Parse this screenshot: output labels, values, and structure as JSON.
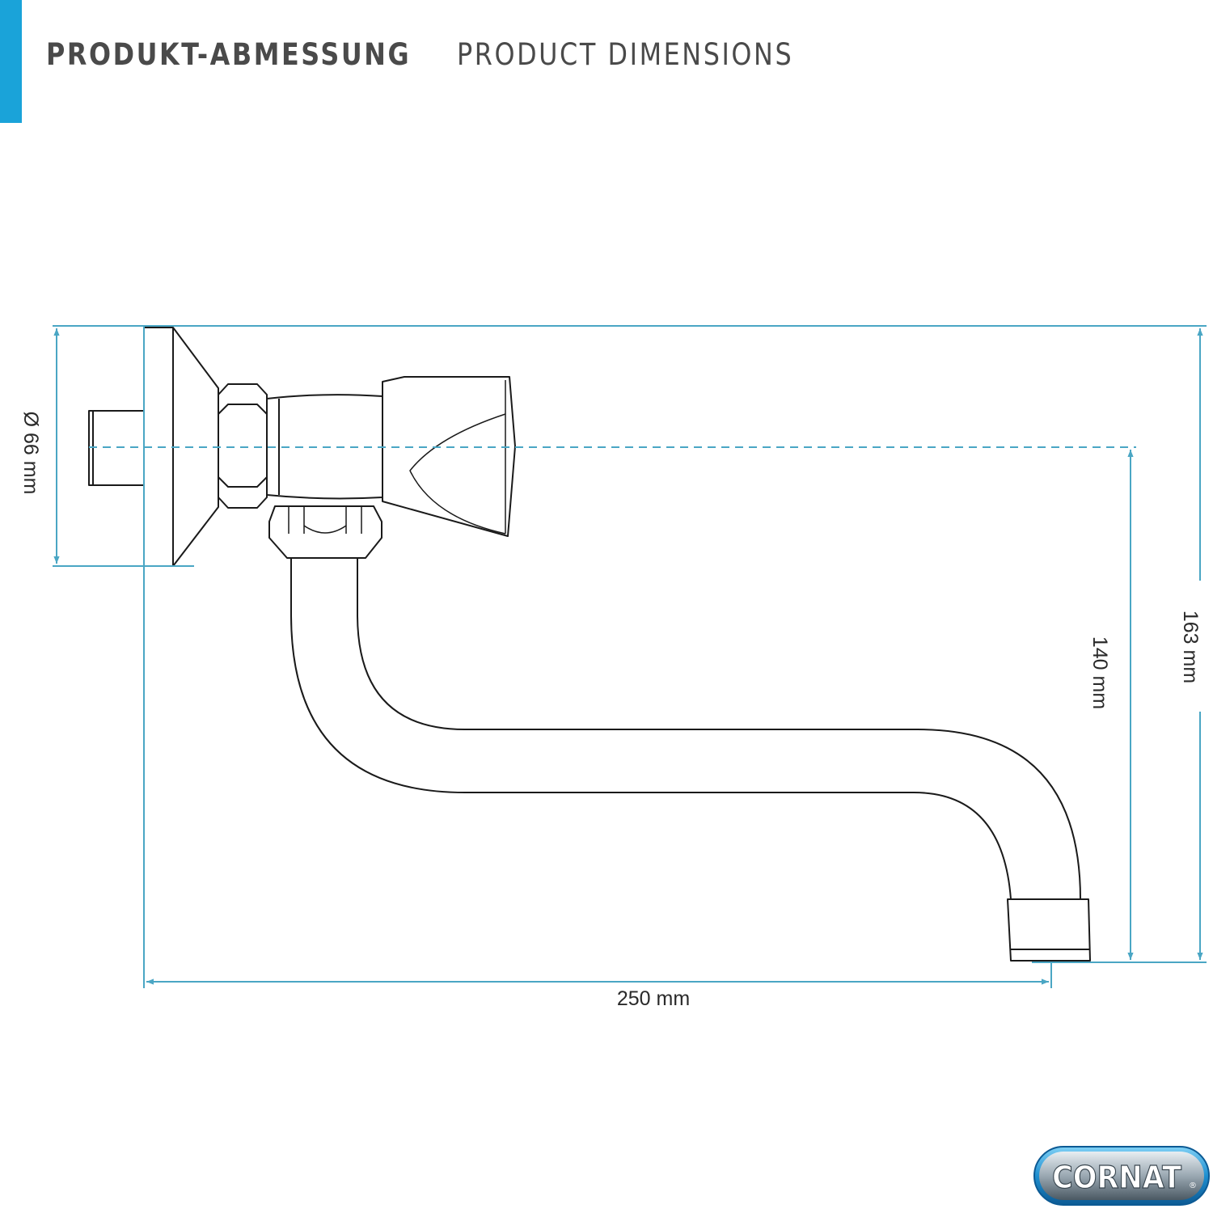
{
  "header": {
    "title_de": "PRODUKT-ABMESSUNG",
    "title_en": "PRODUCT DIMENSIONS"
  },
  "dimensions": {
    "flange_diameter": "Ø 66 mm",
    "total_length": "250 mm",
    "spout_height": "140 mm",
    "total_height": "163 mm"
  },
  "brand": {
    "name": "CORNAT",
    "registered": "®"
  },
  "colors": {
    "accent": "#1aa3d9",
    "dimension_line": "#4aa6c4",
    "outline": "#1a1a1a",
    "text": "#4a4a4a",
    "logo_blue": "#1e8fd0"
  },
  "icons": [
    "faucet-drawing",
    "cornat-logo"
  ]
}
